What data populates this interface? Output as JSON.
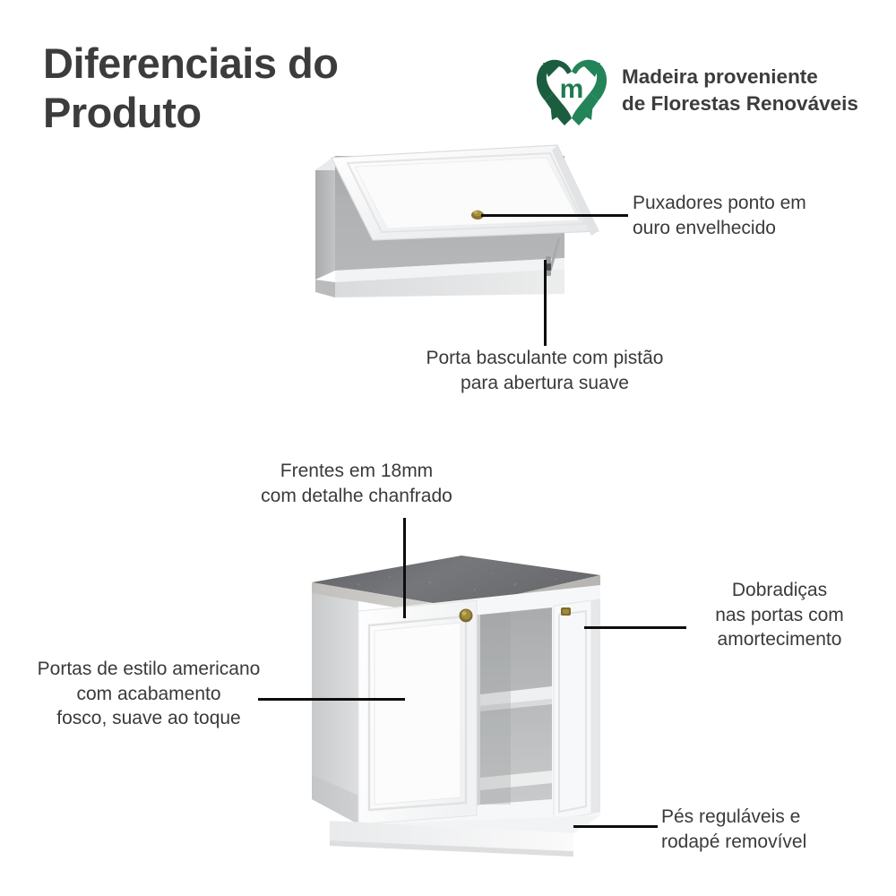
{
  "header": {
    "title_line1": "Diferenciais do",
    "title_line2": "Produto",
    "logo": {
      "icon": "recycling-heart-m-logo",
      "text_line1": "Madeira proveniente",
      "text_line2": "de Florestas Renováveis",
      "color": "#1f7a52"
    }
  },
  "annotations": {
    "handles": "Puxadores ponto em\nouro envelhecido",
    "tilt_door": "Porta basculante com pistão\npara abertura suave",
    "fronts": "Frentes em 18mm\ncom detalhe chanfrado",
    "hinges": "Dobradiças\nnas portas com\namortecimento",
    "doors": "Portas de estilo americano\ncom acabamento\nfosco, suave ao toque",
    "feet": "Pés reguláveis e\nrodapé removível"
  },
  "illustrations": {
    "top_cabinet": "wall-cabinet-with-tilting-door",
    "bottom_cabinet": "base-cabinet-two-doors-with-countertop"
  },
  "colors": {
    "text": "#3a3a3a",
    "leader_line": "#0d0d0d",
    "cabinet_white": "#fdfdfd",
    "cabinet_shadow": "#b4b6b8",
    "countertop_gray": "#6e7073",
    "handle_gold": "#8a7430",
    "logo_green": "#1f7a52"
  }
}
